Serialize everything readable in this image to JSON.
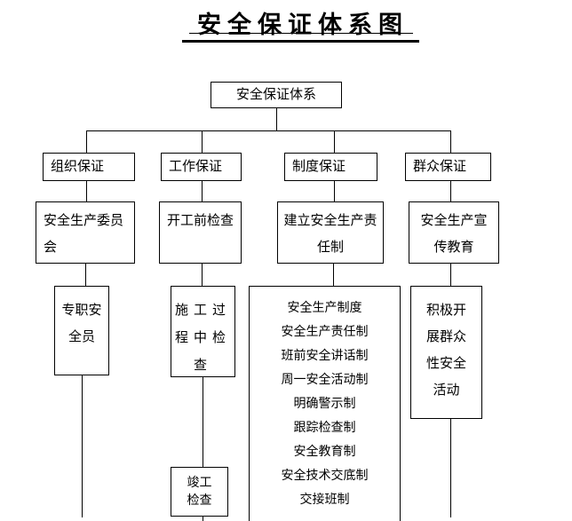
{
  "title": "安全保证体系图",
  "root": "安全保证体系",
  "columns": [
    {
      "header": "组织保证",
      "nodes": [
        {
          "name": "safety-production-committee",
          "lines": [
            "安全生产委员",
            "会"
          ]
        },
        {
          "name": "fulltime-safety-officer",
          "lines": [
            "专职安",
            "全员"
          ]
        }
      ]
    },
    {
      "header": "工作保证",
      "nodes": [
        {
          "name": "pre-construction-check",
          "lines": [
            "开工前检查"
          ]
        },
        {
          "name": "construction-process-check",
          "lines": [
            "施工过",
            "程中检",
            "查"
          ]
        },
        {
          "name": "completion-check",
          "lines": [
            "竣工",
            "检查"
          ]
        }
      ]
    },
    {
      "header": "制度保证",
      "nodes": [
        {
          "name": "establish-responsibility-system",
          "lines": [
            "建立安全生产责",
            "任制"
          ]
        },
        {
          "name": "system-list",
          "items": [
            "安全生产制度",
            "安全生产责任制",
            "班前安全讲话制",
            "周一安全活动制",
            "明确警示制",
            "跟踪检查制",
            "安全教育制",
            "安全技术交底制",
            "交接班制"
          ]
        }
      ]
    },
    {
      "header": "群众保证",
      "nodes": [
        {
          "name": "safety-propaganda-education",
          "lines": [
            "安全生产宣",
            "传教育"
          ]
        },
        {
          "name": "mass-safety-activities",
          "lines": [
            "积极开",
            "展群众",
            "性安全",
            "活动"
          ]
        }
      ]
    }
  ],
  "colors": {
    "line": "#000000",
    "text": "#000000",
    "background": "#ffffff"
  }
}
